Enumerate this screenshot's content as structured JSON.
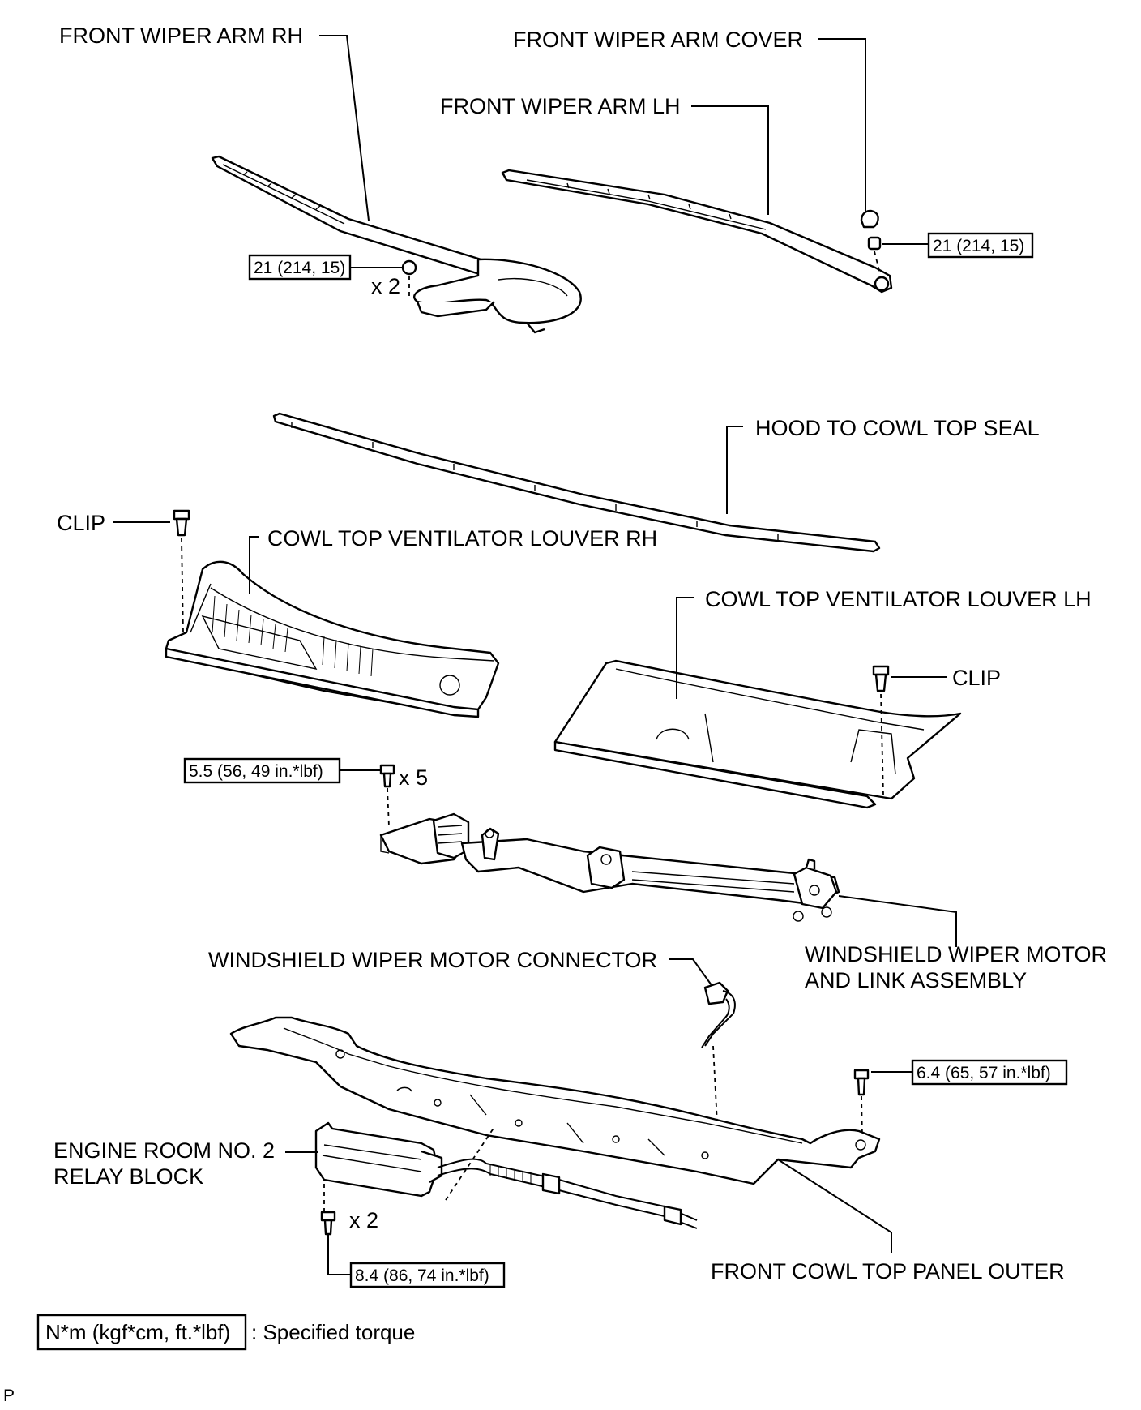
{
  "labels": {
    "front_wiper_arm_rh": "FRONT WIPER ARM RH",
    "front_wiper_arm_cover": "FRONT WIPER ARM COVER",
    "front_wiper_arm_lh": "FRONT WIPER ARM LH",
    "hood_to_cowl_top_seal": "HOOD TO COWL TOP SEAL",
    "clip_left": "CLIP",
    "cowl_louver_rh": "COWL TOP VENTILATOR LOUVER RH",
    "cowl_louver_lh": "COWL TOP VENTILATOR LOUVER LH",
    "clip_right": "CLIP",
    "motor_connector": "WINDSHIELD WIPER MOTOR CONNECTOR",
    "motor_link_line1": "WINDSHIELD WIPER MOTOR",
    "motor_link_line2": "AND LINK ASSEMBLY",
    "relay_block_line1": "ENGINE ROOM NO. 2",
    "relay_block_line2": "RELAY BLOCK",
    "cowl_panel_outer": "FRONT COWL TOP PANEL OUTER"
  },
  "torques": {
    "arm_rh_nut": "21 (214, 15)",
    "arm_lh_nut": "21 (214, 15)",
    "motor_bolt": "5.5 (56, 49 in.*lbf)",
    "panel_bolt": "6.4 (65, 57 in.*lbf)",
    "relay_bolt": "8.4 (86, 74 in.*lbf)"
  },
  "quantities": {
    "arm_rh_nut": "x 2",
    "motor_bolt": "x 5",
    "relay_bolt": "x 2"
  },
  "legend": {
    "box_text": "N*m (kgf*cm, ft.*lbf)",
    "description": ": Specified torque"
  },
  "corner_mark": "P"
}
